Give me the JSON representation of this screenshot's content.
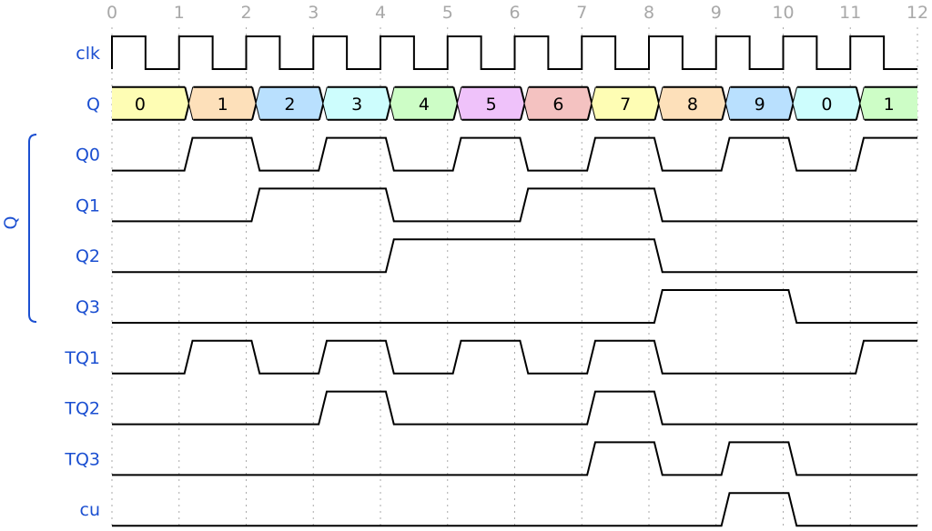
{
  "ticks": [
    "0",
    "1",
    "2",
    "3",
    "4",
    "5",
    "6",
    "7",
    "8",
    "9",
    "10",
    "11",
    "12"
  ],
  "group": {
    "label": "Q",
    "color": "#1b4fd1"
  },
  "colors": {
    "label": "#1b4fd1",
    "tick": "#a8a8a8",
    "wave": "#000000"
  },
  "bus_palette": [
    "#fefdb4",
    "#fde0ba",
    "#b9e0fe",
    "#cdfdfd",
    "#cdfdc6",
    "#efc2fa",
    "#f4c2c1"
  ],
  "signals": [
    {
      "name": "clk",
      "type": "clock"
    },
    {
      "name": "Q",
      "type": "bus",
      "values": [
        "0",
        "1",
        "2",
        "3",
        "4",
        "5",
        "6",
        "7",
        "8",
        "9",
        "0",
        "1"
      ],
      "colors": [
        0,
        1,
        2,
        3,
        4,
        5,
        6,
        0,
        1,
        2,
        3,
        4
      ]
    },
    {
      "name": "Q0",
      "type": "bit",
      "values": [
        0,
        1,
        0,
        1,
        0,
        1,
        0,
        1,
        0,
        1,
        0,
        1
      ]
    },
    {
      "name": "Q1",
      "type": "bit",
      "values": [
        0,
        0,
        1,
        1,
        0,
        0,
        1,
        1,
        0,
        0,
        0,
        0
      ]
    },
    {
      "name": "Q2",
      "type": "bit",
      "values": [
        0,
        0,
        0,
        0,
        1,
        1,
        1,
        1,
        0,
        0,
        0,
        0
      ]
    },
    {
      "name": "Q3",
      "type": "bit",
      "values": [
        0,
        0,
        0,
        0,
        0,
        0,
        0,
        0,
        1,
        1,
        0,
        0
      ]
    },
    {
      "name": "TQ1",
      "type": "bit",
      "values": [
        0,
        1,
        0,
        1,
        0,
        1,
        0,
        1,
        0,
        0,
        0,
        1
      ]
    },
    {
      "name": "TQ2",
      "type": "bit",
      "values": [
        0,
        0,
        0,
        1,
        0,
        0,
        0,
        1,
        0,
        0,
        0,
        0
      ]
    },
    {
      "name": "TQ3",
      "type": "bit",
      "values": [
        0,
        0,
        0,
        0,
        0,
        0,
        0,
        1,
        0,
        1,
        0,
        0
      ]
    },
    {
      "name": "cu",
      "type": "bit",
      "values": [
        0,
        0,
        0,
        0,
        0,
        0,
        0,
        0,
        0,
        1,
        0,
        0
      ]
    }
  ]
}
